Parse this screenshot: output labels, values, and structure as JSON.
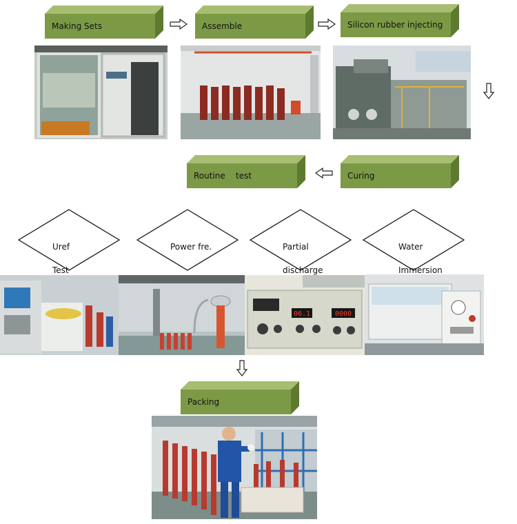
{
  "steps": {
    "making_sets": "Making Sets",
    "assemble": "Assemble",
    "silicon": "Silicon rubber injecting",
    "routine": "Routine    test",
    "curing": "Curing",
    "packing": "Packing"
  },
  "tests": [
    {
      "line1": "Uref",
      "line2": "Test"
    },
    {
      "line1": "Power fre.",
      "line2": ""
    },
    {
      "line1": "Partial",
      "line2": "discharge"
    },
    {
      "line1": "Water",
      "line2": "Immersion"
    }
  ],
  "readouts": {
    "meter_left": "06.1",
    "meter_right": "0000"
  },
  "colors": {
    "box_face": "#7c9a46",
    "box_top": "#a7bd72",
    "box_side": "#5d7a2e",
    "insulator_red": "#b83a2f"
  }
}
